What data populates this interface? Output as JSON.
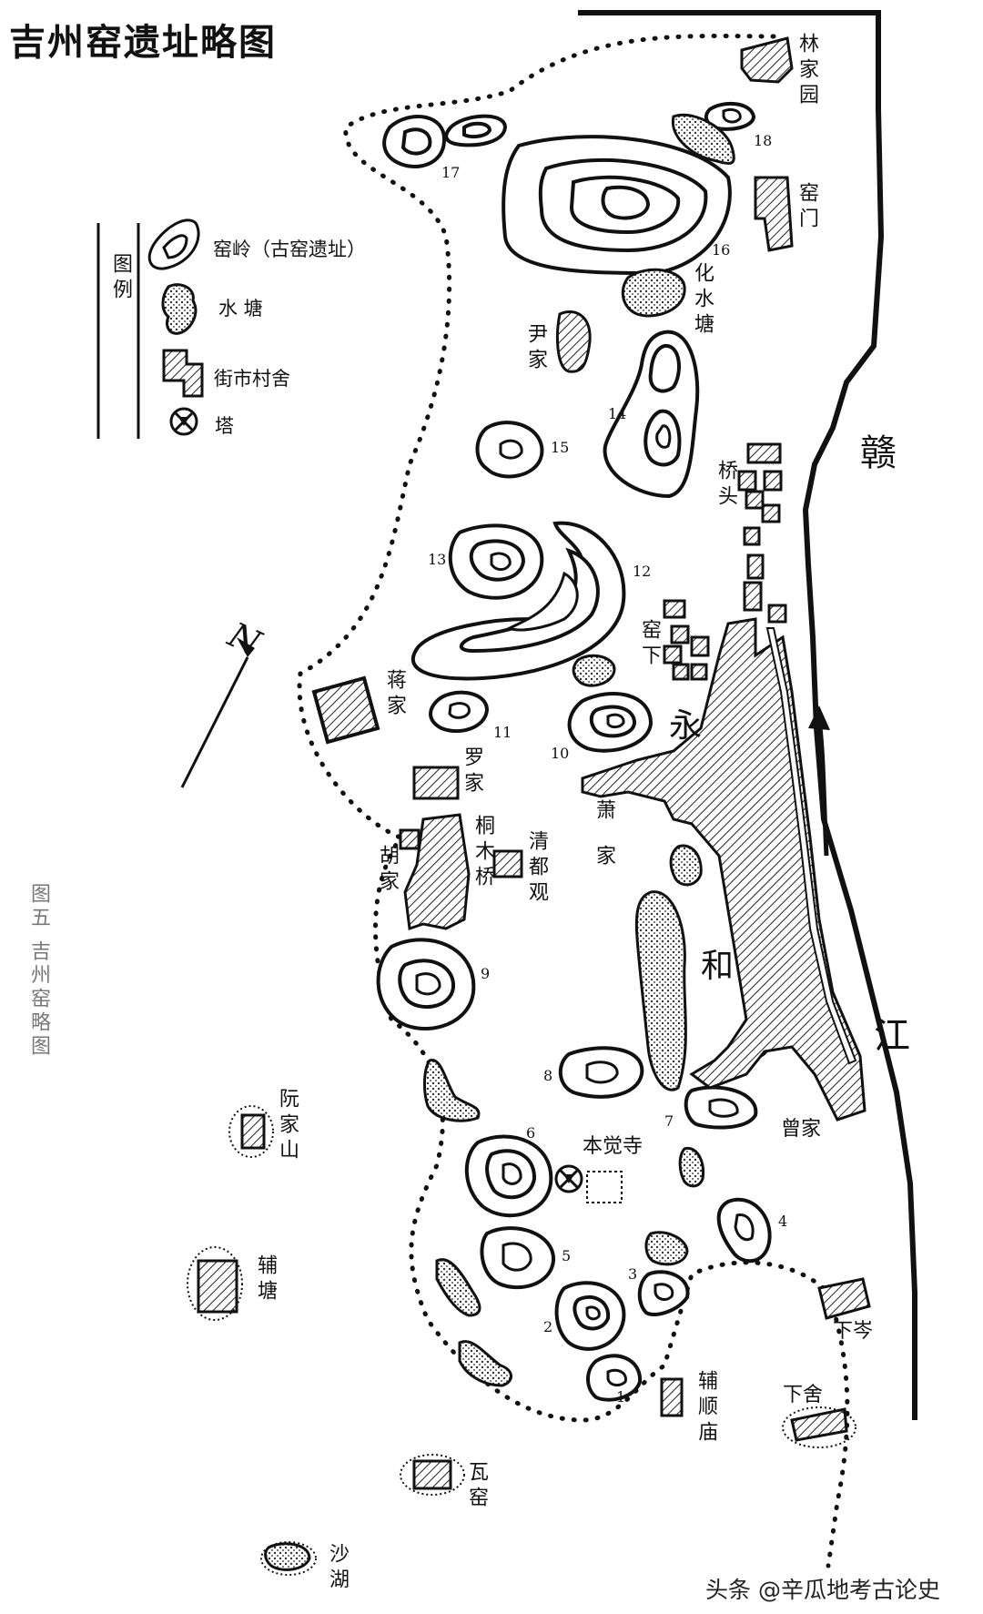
{
  "title": "吉州窑遗址略图",
  "legend": {
    "heading": "图例",
    "items": [
      {
        "icon": "kiln-mound-icon",
        "label": "窑岭（古窑遗址）"
      },
      {
        "icon": "pond-icon",
        "label": "水 塘"
      },
      {
        "icon": "village-icon",
        "label": "街市村舍"
      },
      {
        "icon": "pagoda-icon",
        "label": "塔"
      }
    ]
  },
  "river": {
    "name_top": "赣",
    "name_bottom": "江"
  },
  "north_label": "N",
  "places": {
    "linjiayuan": "林家园",
    "yaomen": "窑门",
    "huashuitang": "化水塘",
    "yinjia": "尹家",
    "qiaotou": "桥头",
    "yaoxia": "窑下",
    "jiangjia": "蒋家",
    "luojia": "罗家",
    "hujia": "胡家",
    "tongmuqiao": "桐木桥",
    "qingduguan": "清都观",
    "yong": "永",
    "xiaojia": "萧家",
    "he": "和",
    "cengjia": "曾家",
    "benjuesi": "本觉寺",
    "ruanjiashan": "阮家山",
    "futang": "辅塘",
    "xiacen": "下岑",
    "xiashe": "下舍",
    "fushunmiao": "辅顺庙",
    "wayao": "瓦窑",
    "shahu": "沙湖"
  },
  "kiln_numbers": [
    "1",
    "2",
    "3",
    "4",
    "5",
    "6",
    "7",
    "8",
    "9",
    "10",
    "11",
    "12",
    "13",
    "14",
    "15",
    "16",
    "17",
    "18"
  ],
  "side_caption": "图五  吉州窑略图",
  "watermark": "头条 @辛瓜地考古论史"
}
